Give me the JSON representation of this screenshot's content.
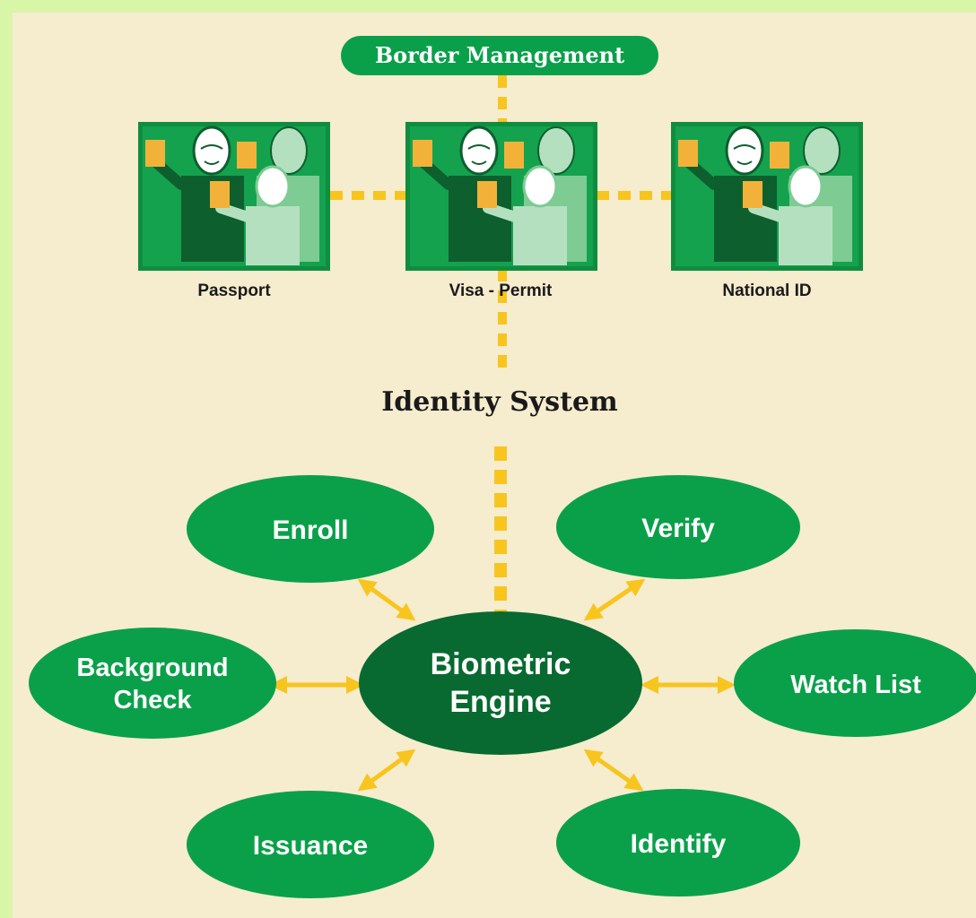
{
  "header": {
    "title": "Border Management"
  },
  "documents": [
    {
      "label": "Passport"
    },
    {
      "label": "Visa - Permit"
    },
    {
      "label": "National ID"
    }
  ],
  "system": {
    "title": "Identity System"
  },
  "engine": {
    "line1": "Biometric",
    "line2": "Engine"
  },
  "functions": {
    "enroll": "Enroll",
    "verify": "Verify",
    "background_line1": "Background",
    "background_line2": "Check",
    "watch_list": "Watch List",
    "issuance": "Issuance",
    "identify": "Identify"
  },
  "colors": {
    "background": "#f6ecce",
    "border": "#d8f5a8",
    "node_green": "#0aa04a",
    "engine_green": "#086a30",
    "connector_yellow": "#f7c51e",
    "card_green": "#14a24e",
    "figure_dark": "#0d5f2e",
    "figure_light": "#b5e0c0",
    "document_orange": "#f2b23a"
  },
  "icons": [
    "people-with-documents-icon",
    "double-arrow-icon"
  ]
}
